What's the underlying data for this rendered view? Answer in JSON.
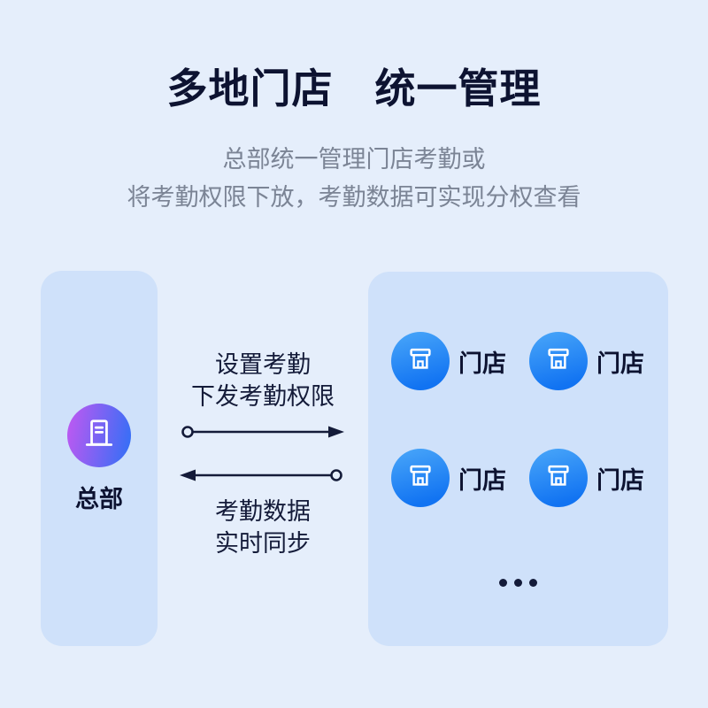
{
  "page": {
    "title": "多地门店　统一管理",
    "subtitle_line1": "总部统一管理门店考勤或",
    "subtitle_line2": "将考勤权限下放，考勤数据可实现分权查看"
  },
  "diagram": {
    "headquarters": {
      "label": "总部",
      "icon": "building-icon"
    },
    "flows": {
      "to_stores": {
        "line1": "设置考勤",
        "line2": "下发考勤权限",
        "direction": "right"
      },
      "to_hq": {
        "line1": "考勤数据",
        "line2": "实时同步",
        "direction": "left"
      }
    },
    "stores": [
      {
        "label": "门店",
        "icon": "storefront-icon"
      },
      {
        "label": "门店",
        "icon": "storefront-icon"
      },
      {
        "label": "门店",
        "icon": "storefront-icon"
      },
      {
        "label": "门店",
        "icon": "storefront-icon"
      }
    ],
    "more_indicator": "ellipsis-dots"
  },
  "colors": {
    "background": "#e5eefb",
    "panel": "#cfe1fa",
    "title_text": "#0d1331",
    "subtitle_text": "#7b8495",
    "diagram_text": "#141b39",
    "hq_gradient_start": "#c358f1",
    "hq_gradient_end": "#2e70f6",
    "store_gradient_start": "#4aa7f9",
    "store_gradient_end": "#1173f2",
    "icon_stroke": "#ffffff"
  }
}
